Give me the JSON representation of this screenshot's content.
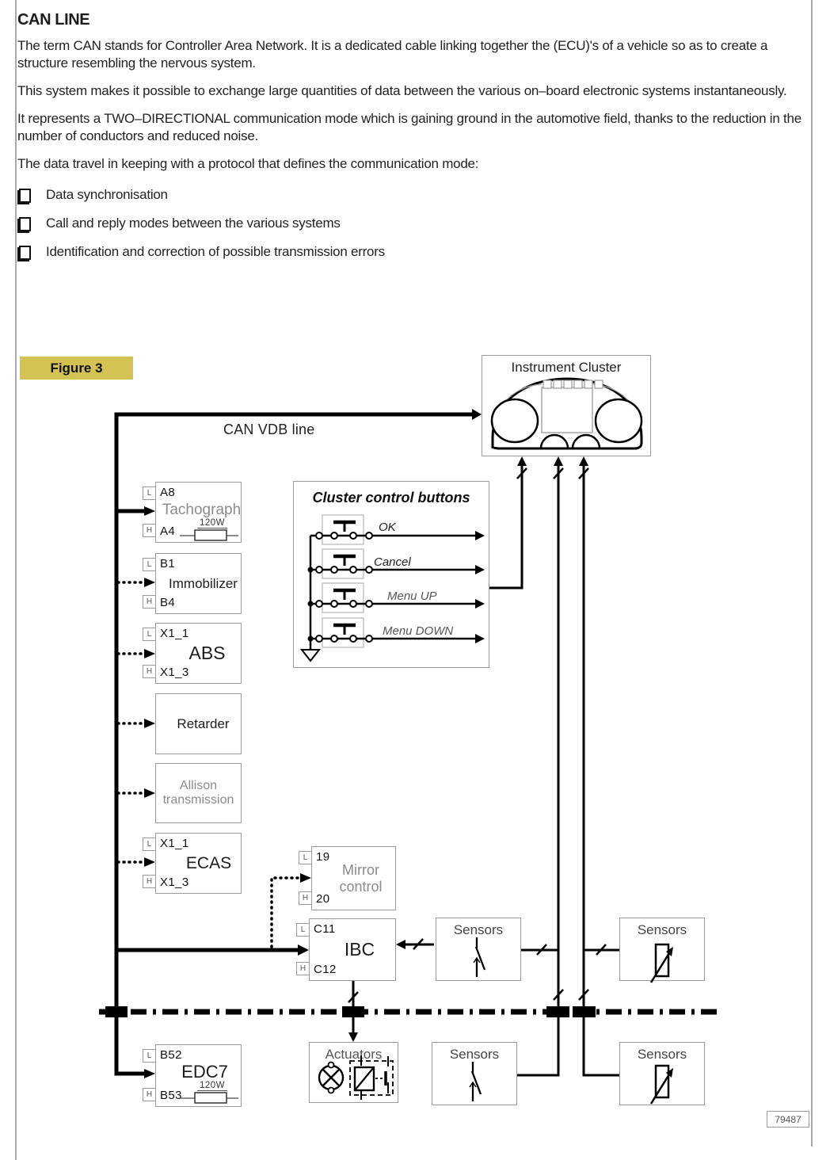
{
  "doc": {
    "title": "CAN LINE",
    "paragraphs": [
      "The term CAN stands for Controller Area Network. It is a dedicated cable linking together the (ECU)'s of a vehicle so as to create a structure resembling the nervous system.",
      "This system makes it possible to exchange large quantities of data between the various on–board electronic systems instantaneously.",
      "It represents a TWO–DIRECTIONAL communication mode which is gaining ground in the automotive field, thanks to the reduction in the number of conductors and reduced noise.",
      "The data travel in keeping with a protocol that defines the communication mode:"
    ],
    "bullets": [
      "Data synchronisation",
      "Call and reply modes between the various systems",
      "Identification and correction of possible transmission errors"
    ],
    "figure_label": "Figure 3",
    "ref_number": "79487"
  },
  "diagram": {
    "can_line_label": "CAN VDB line",
    "instrument_cluster_title": "Instrument Cluster",
    "buttons": {
      "title": "Cluster control buttons",
      "ok": "OK",
      "cancel": "Cancel",
      "menu_up": "Menu UP",
      "menu_down": "Menu DOWN"
    },
    "sensors_label": "Sensors",
    "actuators_label": "Actuators",
    "ecus": {
      "tachograph": {
        "label": "Tachograph",
        "tab_top": "L",
        "tab_bottom": "H",
        "pin_top": "A8",
        "pin_bottom": "A4",
        "resistor": "120W"
      },
      "immobilizer": {
        "label": "Immobilizer",
        "tab_top": "L",
        "tab_bottom": "H",
        "pin_top": "B1",
        "pin_bottom": "B4"
      },
      "abs": {
        "label": "ABS",
        "tab_top": "L",
        "tab_bottom": "H",
        "pin_top": "X1_1",
        "pin_bottom": "X1_3"
      },
      "retarder": {
        "label": "Retarder"
      },
      "allison": {
        "label_line1": "Allison",
        "label_line2": "transmission"
      },
      "ecas": {
        "label": "ECAS",
        "tab_top": "L",
        "tab_bottom": "H",
        "pin_top": "X1_1",
        "pin_bottom": "X1_3"
      },
      "mirror": {
        "label_line1": "Mirror",
        "label_line2": "control",
        "tab_top": "L",
        "tab_bottom": "H",
        "pin_top": "19",
        "pin_bottom": "20"
      },
      "ibc": {
        "label": "IBC",
        "tab_top": "L",
        "tab_bottom": "H",
        "pin_top": "C11",
        "pin_bottom": "C12"
      },
      "edc7": {
        "label": "EDC7",
        "tab_top": "L",
        "tab_bottom": "H",
        "pin_top": "B52",
        "pin_bottom": "B53",
        "resistor": "120W"
      }
    },
    "colors": {
      "figure_label_bg": "#d2c353",
      "wire": "#000000",
      "box_border": "#9a9a9a"
    }
  }
}
